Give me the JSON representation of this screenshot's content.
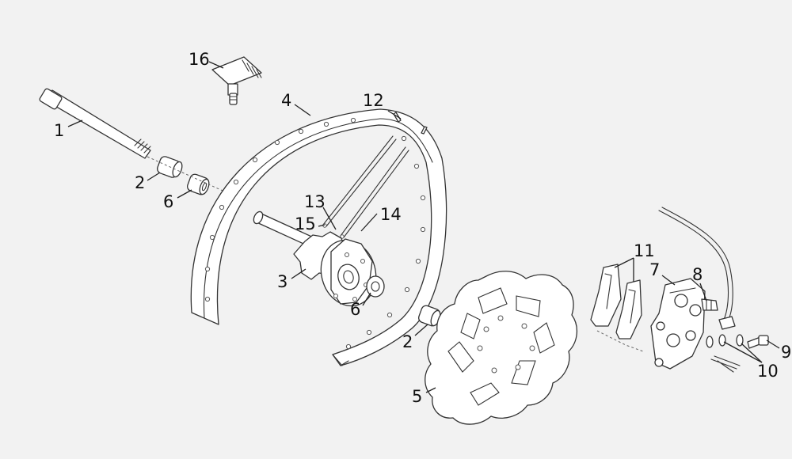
{
  "diagram": {
    "callouts": [
      {
        "id": "c1",
        "text": "1"
      },
      {
        "id": "c2a",
        "text": "2"
      },
      {
        "id": "c2b",
        "text": "2"
      },
      {
        "id": "c3",
        "text": "3"
      },
      {
        "id": "c4",
        "text": "4"
      },
      {
        "id": "c5",
        "text": "5"
      },
      {
        "id": "c6a",
        "text": "6"
      },
      {
        "id": "c6b",
        "text": "6"
      },
      {
        "id": "c7",
        "text": "7"
      },
      {
        "id": "c8",
        "text": "8"
      },
      {
        "id": "c9",
        "text": "9"
      },
      {
        "id": "c10",
        "text": "10"
      },
      {
        "id": "c11",
        "text": "11"
      },
      {
        "id": "c12",
        "text": "12"
      },
      {
        "id": "c13",
        "text": "13"
      },
      {
        "id": "c14",
        "text": "14"
      },
      {
        "id": "c15",
        "text": "15"
      },
      {
        "id": "c16",
        "text": "16"
      }
    ]
  }
}
